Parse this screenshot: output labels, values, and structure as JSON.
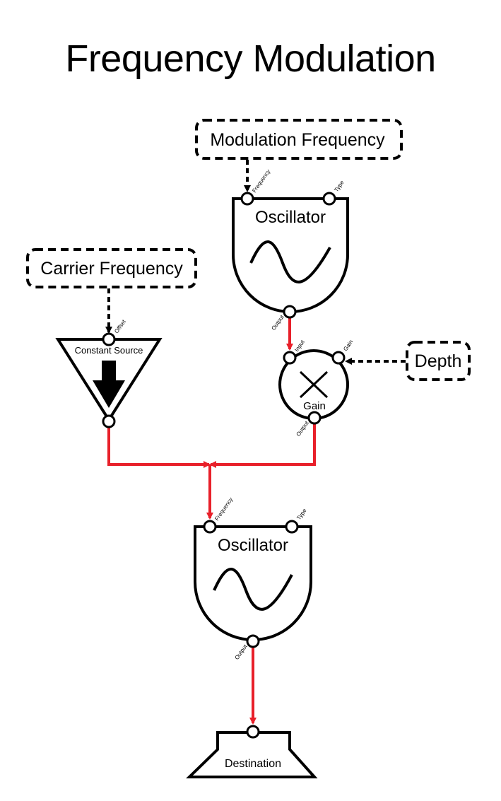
{
  "title": "Frequency Modulation",
  "colors": {
    "signal": "#e8202a",
    "control": "#000000",
    "node_stroke": "#000000",
    "background": "#ffffff"
  },
  "parameters": {
    "modulation_frequency": "Modulation Frequency",
    "carrier_frequency": "Carrier Frequency",
    "depth": "Depth"
  },
  "nodes": {
    "modulator": {
      "label": "Oscillator",
      "ports": {
        "frequency": "Frequency",
        "type": "Type",
        "output": "Output"
      }
    },
    "constant_source": {
      "label": "Constant Source",
      "ports": {
        "offset": "Offset"
      }
    },
    "gain": {
      "label": "Gain",
      "ports": {
        "input": "Input",
        "gain": "Gain",
        "output": "Output"
      }
    },
    "carrier": {
      "label": "Oscillator",
      "ports": {
        "frequency": "Frequency",
        "type": "Type",
        "output": "Output"
      }
    },
    "destination": {
      "label": "Destination"
    }
  }
}
